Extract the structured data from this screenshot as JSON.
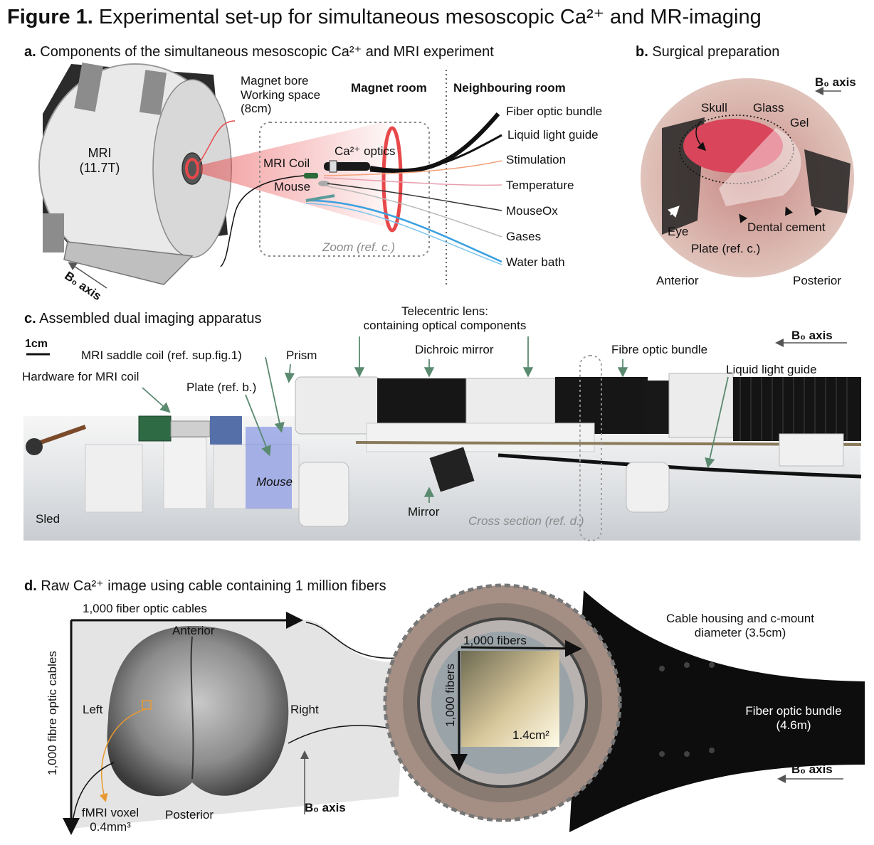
{
  "figure": {
    "label": "Figure 1.",
    "title": "Experimental set-up for simultaneous mesoscopic Ca²⁺ and MR-imaging"
  },
  "panel_a": {
    "letter": "a.",
    "heading": "Components of the simultaneous mesoscopic Ca²⁺ and MRI experiment",
    "mri_line1": "MRI",
    "mri_line2": "(11.7T)",
    "bore_line1": "Magnet bore",
    "bore_line2": "Working space",
    "bore_line3": "(8cm)",
    "magnet_room": "Magnet room",
    "neighbouring_room": "Neighbouring room",
    "ca_optics": "Ca²⁺ optics",
    "mri_coil": "MRI Coil",
    "mouse": "Mouse",
    "zoom": "Zoom (ref. c.)",
    "b0_axis": "B₀ axis",
    "lines": [
      "Fiber optic bundle",
      "Liquid light guide",
      "Stimulation",
      "Temperature",
      "MouseOx",
      "Gases",
      "Water bath"
    ]
  },
  "panel_b": {
    "letter": "b.",
    "heading": "Surgical preparation",
    "b0_axis": "B₀ axis",
    "skull": "Skull",
    "glass": "Glass",
    "gel": "Gel",
    "eye": "Eye",
    "dental_cement": "Dental cement",
    "plate": "Plate (ref. c.)",
    "anterior": "Anterior",
    "posterior": "Posterior"
  },
  "panel_c": {
    "letter": "c.",
    "heading": "Assembled dual imaging apparatus",
    "scale": "1cm",
    "telecentric_line1": "Telecentric lens:",
    "telecentric_line2": "containing optical components",
    "b0_axis": "B₀ axis",
    "saddle_coil": "MRI saddle coil (ref. sup.fig.1)",
    "prism": "Prism",
    "dichroic": "Dichroic mirror",
    "fibre_bundle": "Fibre optic bundle",
    "hardware": "Hardware for MRI coil",
    "plate": "Plate (ref. b.)",
    "liquid_guide": "Liquid light guide",
    "mouse": "Mouse",
    "sled": "Sled",
    "mirror": "Mirror",
    "cross_section": "Cross section (ref. d.)"
  },
  "panel_d": {
    "letter": "d.",
    "heading": "Raw Ca²⁺ image using cable containing 1 million fibers",
    "cables_h": "1,000 fiber optic cables",
    "cables_v": "1,000 fibre optic cables",
    "anterior": "Anterior",
    "posterior": "Posterior",
    "left": "Left",
    "right": "Right",
    "voxel_line1": "fMRI voxel",
    "voxel_line2": "0.4mm³",
    "b0_axis_up": "B₀ axis",
    "fibers_h": "1,000 fibers",
    "fibers_v": "1,000 fibers",
    "area": "1.4cm²",
    "housing_line1": "Cable housing and c-mount",
    "housing_line2": "diameter (3.5cm)",
    "bundle_line1": "Fiber optic bundle",
    "bundle_line2": "(4.6m)",
    "b0_axis": "B₀ axis"
  },
  "colors": {
    "laser_red": "#e8484a",
    "bundle_black": "#111111",
    "stim_orange": "#f2a27a",
    "temp_pink": "#e8a0b0",
    "water_blue": "#3aa0e0",
    "annotation_green": "#5a8a70",
    "voxel_orange": "#e89a30"
  }
}
